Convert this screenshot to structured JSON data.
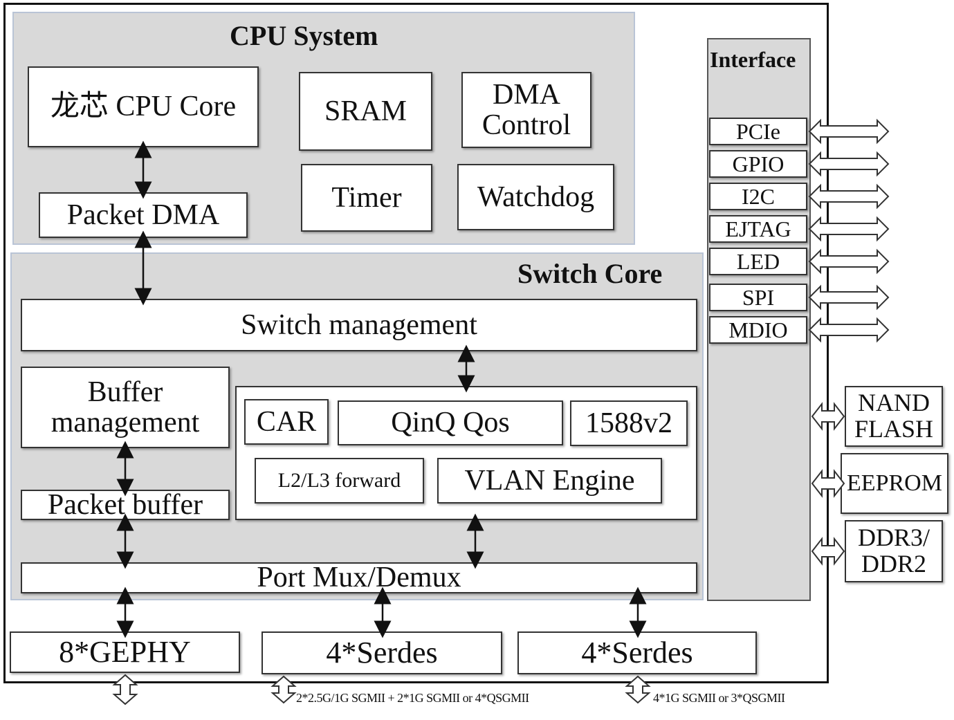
{
  "cpu_system": {
    "title": "CPU System",
    "cpu_core": "龙芯 CPU Core",
    "sram": "SRAM",
    "dma_control_line1": "DMA",
    "dma_control_line2": "Control",
    "packet_dma": "Packet DMA",
    "timer": "Timer",
    "watchdog": "Watchdog"
  },
  "switch_core": {
    "title": "Switch Core",
    "switch_management": "Switch management",
    "buffer_management_line1": "Buffer",
    "buffer_management_line2": "management",
    "packet_buffer": "Packet buffer",
    "car": "CAR",
    "qinq_qos": "QinQ Qos",
    "ptp": "1588v2",
    "l2l3_forward": "L2/L3 forward",
    "vlan_engine": "VLAN Engine",
    "port_mux": "Port Mux/Demux"
  },
  "interface": {
    "title": "Interface",
    "items": [
      "PCIe",
      "GPIO",
      "I2C",
      "EJTAG",
      "LED",
      "SPI",
      "MDIO"
    ]
  },
  "external": {
    "nand_line1": "NAND",
    "nand_line2": "FLASH",
    "eeprom": "EEPROM",
    "ddr_line1": "DDR3/",
    "ddr_line2": "DDR2"
  },
  "ports": {
    "gephy": "8*GEPHY",
    "serdes_a": "4*Serdes",
    "serdes_b": "4*Serdes",
    "serdes_a_note": "2*2.5G/1G SGMII + 2*1G SGMII or 4*QSGMII",
    "serdes_b_note": "4*1G SGMII or 3*QSGMII"
  }
}
